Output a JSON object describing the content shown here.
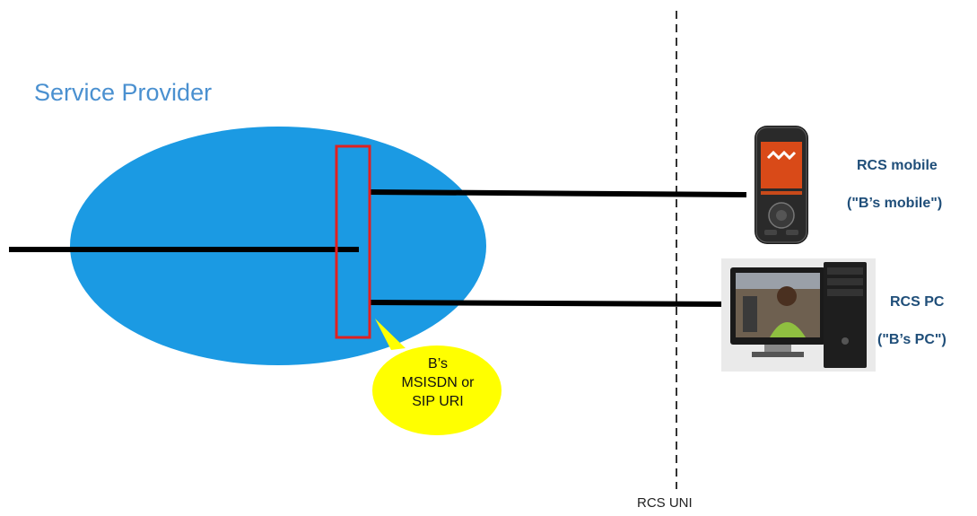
{
  "provider": {
    "title": "Service Provider"
  },
  "identity_bubble": {
    "lines": [
      "B’s",
      "MSISDN or",
      "SIP URI"
    ]
  },
  "devices": {
    "mobile": {
      "label": "RCS  mobile",
      "sub": "(\"B’s mobile\")"
    },
    "pc": {
      "label": "RCS  PC",
      "sub": "(\"B’s PC\")"
    }
  },
  "interface": {
    "label": "RCS UNI"
  },
  "colors": {
    "provider_fill": "#1b9ae3",
    "identity_box": "#e02020",
    "bubble_fill": "#ffff00",
    "lines": "#000000"
  }
}
